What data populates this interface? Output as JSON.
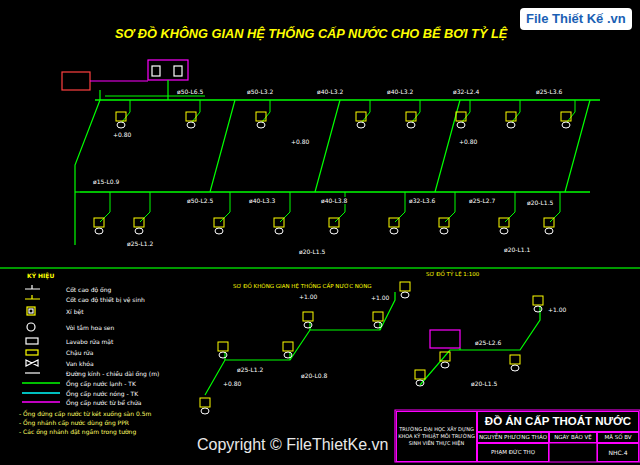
{
  "diagram": {
    "title": "SƠ ĐỒ KHÔNG GIAN HỆ THỐNG CẤP NƯỚC CHO BỂ BƠI TỶ LỆ",
    "nodes": [
      {
        "text": [
          "TRƯỜNG ĐẠI HỌC XÂY DỰNG",
          "KHOA KỸ THUẬT MÔI TRƯỜNG",
          "SINH VIÊN THỰC HIỆN"
        ]
      },
      {
        "text": [
          "ĐỒ ÁN CẤP THOÁT NƯỚC"
        ]
      },
      {
        "text": [
          "NGUYỄN PHƯƠNG THẢO"
        ]
      },
      {
        "text": [
          "NGÀY BẢO VỆ"
        ]
      },
      {
        "text": [
          "MÃ SỐ BV"
        ]
      },
      {
        "text": [
          "PHẠM ĐỨC THỌ"
        ]
      },
      {
        "text": [
          "NHC.4"
        ]
      }
    ],
    "labels": [
      "File Thiết Kế .vn",
      "Copyright © FileThietKe.vn",
      "KÝ HIỆU",
      "SƠ ĐỒ KHÔNG GIAN HỆ THỐNG CẤP NƯỚC NÓNG",
      "SƠ ĐỒ TỶ LỆ 1:100",
      "ø50-L6.5",
      "ø50-L3.2",
      "ø40-L3.2",
      "ø40-L3.2",
      "ø32-L2.4",
      "ø25-L3.6",
      "+0.80",
      "+0.80",
      "+0.80",
      "ø15-L0.9",
      "ø50-L2.5",
      "ø40-L3.3",
      "ø40-L3.8",
      "ø32-L3.6",
      "ø25-L2.7",
      "ø20-L1.5",
      "ø25-L1.2",
      "ø20-L1.5",
      "ø20-L1.1",
      "+1.00",
      "+1.00",
      "ø25-L1.2",
      "+0.80",
      "ø20-L0.8",
      "+1.00",
      "ø25-L2.6",
      "ø20-L1.5",
      "- Ống đứng cấp nước từ két xuống sàn 0.5m",
      "- Ống nhánh cấp nước dùng ống PPR",
      "- Các ống nhánh đặt ngầm trong tường"
    ],
    "legend": [
      {
        "text": "Cốt cao độ ống"
      },
      {
        "text": "Cốt cao độ thiết bị vệ sinh"
      },
      {
        "text": "Xí bệt"
      },
      {
        "text": "Vòi tắm hoa sen"
      },
      {
        "text": "Lavabo rửa mặt"
      },
      {
        "text": "Chậu rửa"
      },
      {
        "text": "Van khóa"
      },
      {
        "text": "Đường kính - chiều dài ống (m)"
      },
      {
        "text": "Ống cấp nước lạnh - TK"
      },
      {
        "text": "Ống cấp nước nóng - TK"
      },
      {
        "text": "Ống cấp nước từ bể chứa"
      }
    ]
  }
}
